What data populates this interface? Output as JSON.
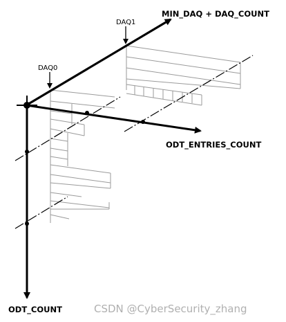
{
  "diagram": {
    "axes": {
      "daq_axis_label": "MIN_DAQ + DAQ_COUNT",
      "odt_entries_axis_label": "ODT_ENTRIES_COUNT",
      "odt_count_axis_label": "ODT_COUNT"
    },
    "markers": {
      "daq0_label": "DAQ0",
      "daq1_label": "DAQ1"
    }
  },
  "watermark": {
    "text": "CSDN @CyberSecurity_zhang"
  }
}
